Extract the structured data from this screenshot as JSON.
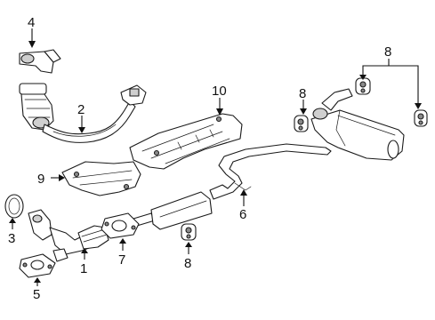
{
  "callouts": [
    {
      "id": "c1",
      "label": "1"
    },
    {
      "id": "c2",
      "label": "2"
    },
    {
      "id": "c3",
      "label": "3"
    },
    {
      "id": "c4",
      "label": "4"
    },
    {
      "id": "c5",
      "label": "5"
    },
    {
      "id": "c6",
      "label": "6"
    },
    {
      "id": "c7",
      "label": "7"
    },
    {
      "id": "c8a",
      "label": "8"
    },
    {
      "id": "c8b",
      "label": "8"
    },
    {
      "id": "c8c",
      "label": "8"
    },
    {
      "id": "c9",
      "label": "9"
    },
    {
      "id": "c10",
      "label": "10"
    }
  ]
}
